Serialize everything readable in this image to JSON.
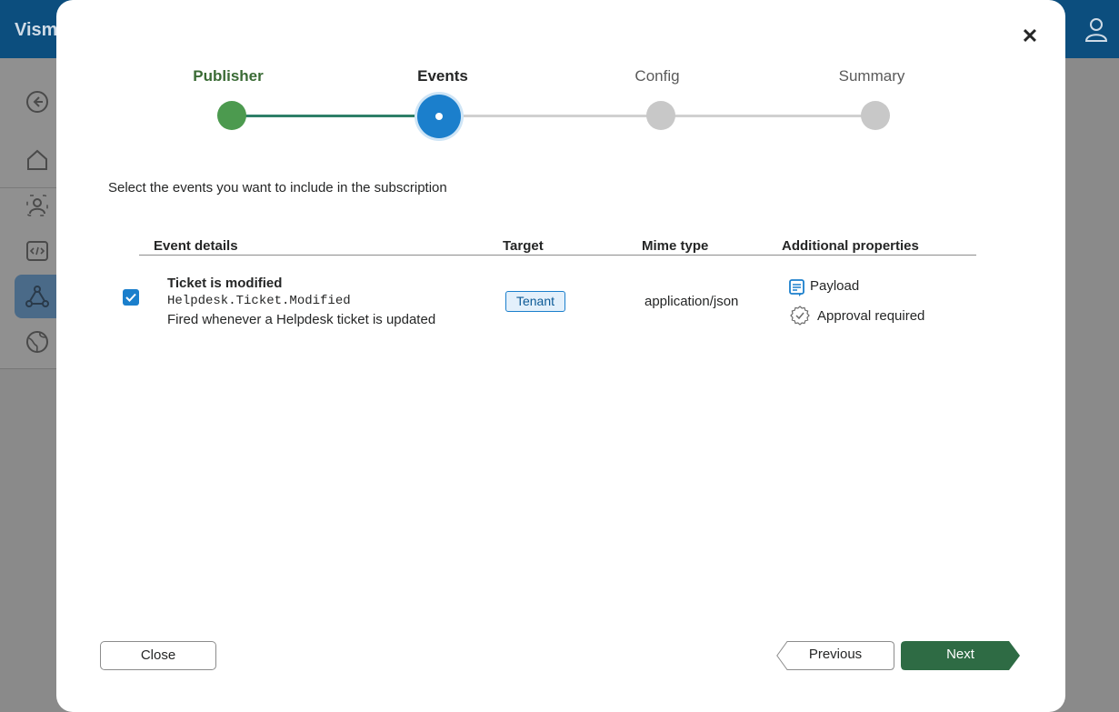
{
  "app": {
    "brand_text": "Vism"
  },
  "wizard": {
    "steps": [
      {
        "label": "Publisher",
        "state": "done"
      },
      {
        "label": "Events",
        "state": "current"
      },
      {
        "label": "Config",
        "state": "pending"
      },
      {
        "label": "Summary",
        "state": "pending"
      }
    ]
  },
  "instruction": "Select the events you want to include in the subscription",
  "table": {
    "headers": {
      "event_details": "Event details",
      "target": "Target",
      "mime_type": "Mime type",
      "additional_properties": "Additional properties"
    },
    "rows": [
      {
        "checked": true,
        "name": "Ticket is modified",
        "code": "Helpdesk.Ticket.Modified",
        "description": "Fired whenever a Helpdesk ticket is updated",
        "target": "Tenant",
        "mime": "application/json",
        "properties": [
          {
            "icon": "payload-icon",
            "label": "Payload"
          },
          {
            "icon": "approval-badge-icon",
            "label": "Approval required"
          }
        ]
      }
    ]
  },
  "footer": {
    "close_label": "Close",
    "previous_label": "Previous",
    "next_label": "Next"
  },
  "colors": {
    "primary": "#1b7fcc",
    "done": "#4c9a4f",
    "next_button": "#2e6b44",
    "pending": "#c8c8c8"
  }
}
